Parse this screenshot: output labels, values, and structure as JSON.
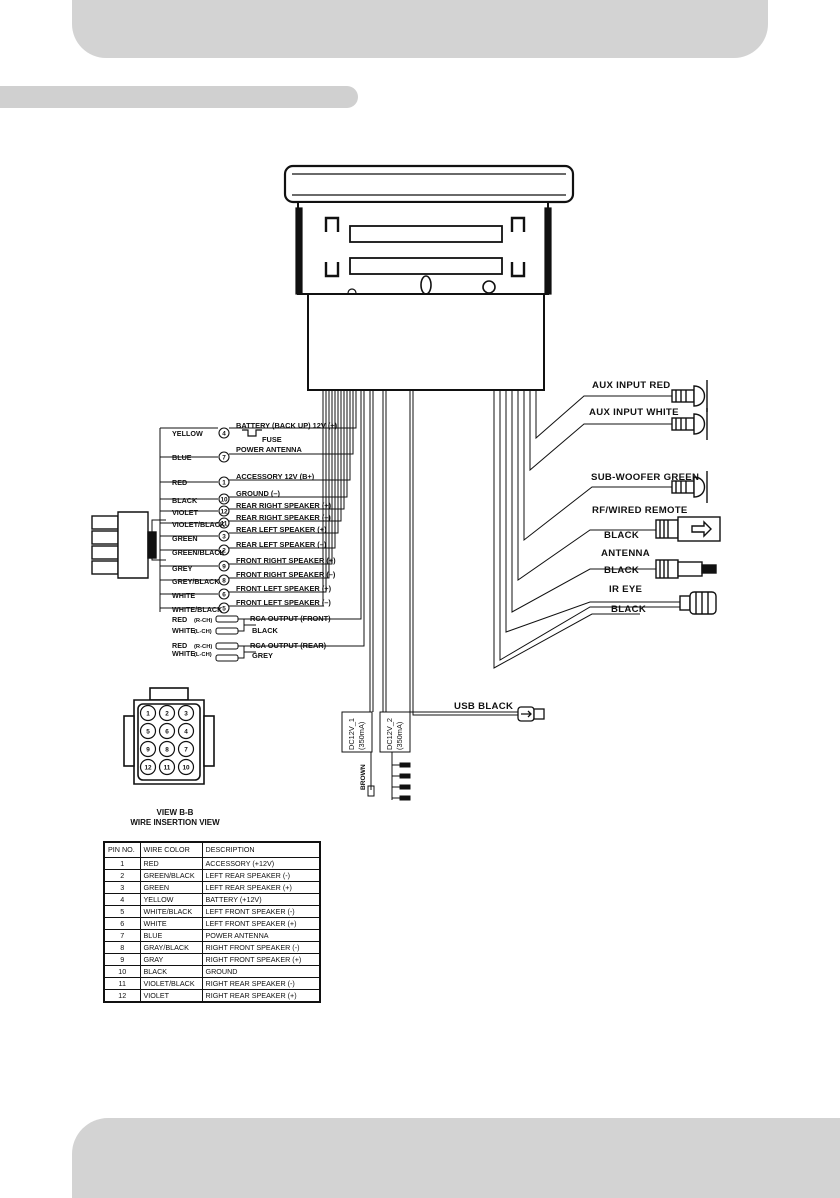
{
  "wires_left": [
    {
      "color": "YELLOW",
      "pin": "4",
      "function": "BATTERY (BACK UP) 12V (+)",
      "note": "FUSE"
    },
    {
      "color": "BLUE",
      "pin": "7",
      "function": "POWER ANTENNA"
    },
    {
      "color": "RED",
      "pin": "1",
      "function": "ACCESSORY 12V (B+)"
    },
    {
      "color": "BLACK",
      "pin": "10",
      "function": "GROUND (–)"
    },
    {
      "color": "VIOLET",
      "pin": "12",
      "function": "REAR RIGHT SPEAKER (+)"
    },
    {
      "color": "VIOLET/BLACK",
      "pin": "11",
      "function": "REAR RIGHT SPEAKER (–)"
    },
    {
      "color": "GREEN",
      "pin": "3",
      "function": "REAR LEFT SPEAKER (+)"
    },
    {
      "color": "GREEN/BLACK",
      "pin": "2",
      "function": "REAR LEFT SPEAKER (–)"
    },
    {
      "color": "GREY",
      "pin": "9",
      "function": "FRONT RIGHT SPEAKER (+)"
    },
    {
      "color": "GREY/BLACK",
      "pin": "8",
      "function": "FRONT RIGHT SPEAKER (–)"
    },
    {
      "color": "WHITE",
      "pin": "6",
      "function": "FRONT LEFT SPEAKER (+)"
    },
    {
      "color": "WHITE/BLACK",
      "pin": "5",
      "function": "FRONT LEFT SPEAKER (–)"
    }
  ],
  "rca": {
    "front": {
      "red": "RED",
      "red_ch": "(R-CH)",
      "white": "WHITE",
      "white_ch": "(L-CH)",
      "label": "RCA OUTPUT (FRONT)",
      "cable": "BLACK"
    },
    "rear": {
      "red": "RED",
      "red_ch": "(R-CH)",
      "white": "WHITE",
      "white_ch": "(L-CH)",
      "label": "RCA OUTPUT (REAR)",
      "cable": "GREY"
    }
  },
  "right_connectors": {
    "aux_red": "AUX INPUT RED",
    "aux_white": "AUX INPUT WHITE",
    "subwoofer": "SUB-WOOFER GREEN",
    "remote": "RF/WIRED REMOTE",
    "remote_color": "BLACK",
    "antenna": "ANTENNA",
    "antenna_color": "BLACK",
    "ir_eye": "IR EYE",
    "ir_color": "BLACK"
  },
  "usb_label": "USB BLACK",
  "dc_outputs": {
    "dc1": "DC12V_1",
    "dc1_ma": "(350mA)",
    "dc2": "DC12V_2",
    "dc2_ma": "(350mA)",
    "brown": "BROWN"
  },
  "connector_view": {
    "title": "VIEW B-B",
    "subtitle": "WIRE INSERTION VIEW",
    "pins": [
      "1",
      "2",
      "3",
      "4",
      "5",
      "6",
      "7",
      "8",
      "9",
      "10",
      "11",
      "12"
    ]
  },
  "pin_table": {
    "headers": [
      "PIN NO.",
      "WIRE COLOR",
      "DESCRIPTION"
    ],
    "rows": [
      [
        "1",
        "RED",
        "ACCESSORY (+12V)"
      ],
      [
        "2",
        "GREEN/BLACK",
        "LEFT REAR SPEAKER (-)"
      ],
      [
        "3",
        "GREEN",
        "LEFT REAR SPEAKER (+)"
      ],
      [
        "4",
        "YELLOW",
        "BATTERY (+12V)"
      ],
      [
        "5",
        "WHITE/BLACK",
        "LEFT FRONT SPEAKER (-)"
      ],
      [
        "6",
        "WHITE",
        "LEFT FRONT SPEAKER (+)"
      ],
      [
        "7",
        "BLUE",
        "POWER ANTENNA"
      ],
      [
        "8",
        "GRAY/BLACK",
        "RIGHT FRONT SPEAKER (-)"
      ],
      [
        "9",
        "GRAY",
        "RIGHT FRONT SPEAKER (+)"
      ],
      [
        "10",
        "BLACK",
        "GROUND"
      ],
      [
        "11",
        "VIOLET/BLACK",
        "RIGHT REAR SPEAKER (-)"
      ],
      [
        "12",
        "VIOLET",
        "RIGHT REAR SPEAKER (+)"
      ]
    ]
  },
  "colors": {
    "header_tab": "#d3d3d3",
    "line": "#111111"
  }
}
